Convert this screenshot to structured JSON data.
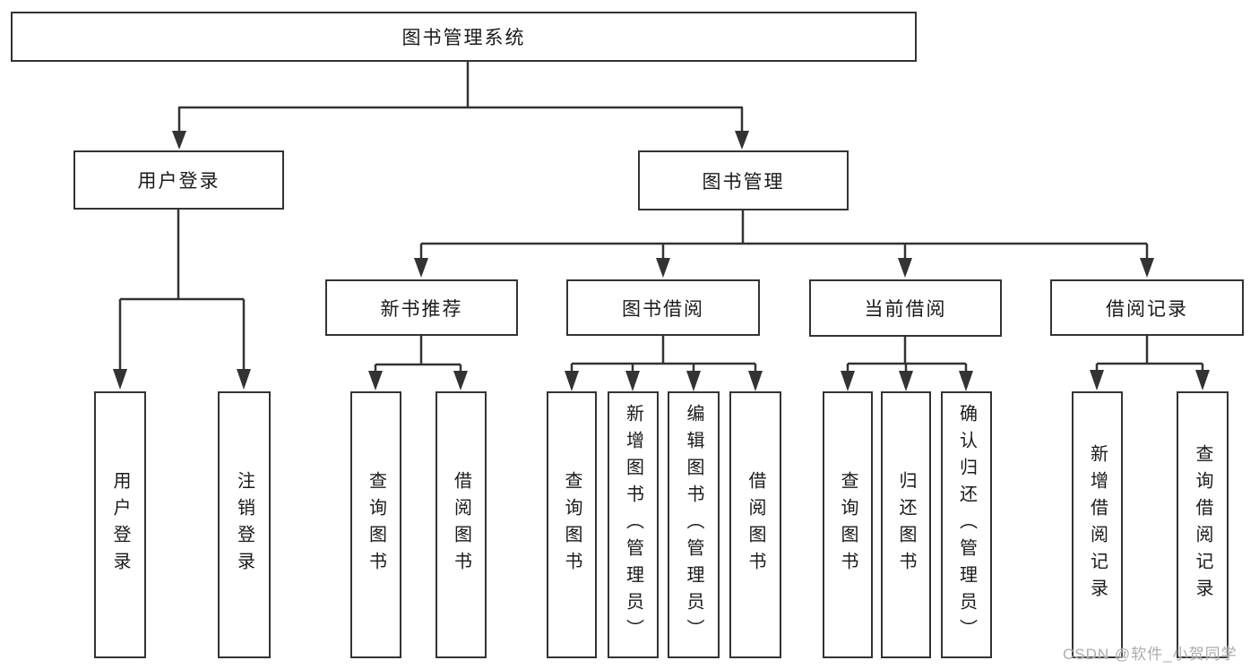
{
  "diagram_title": "图书管理系统",
  "tree": {
    "root": {
      "label": "图书管理系统"
    },
    "branches": [
      {
        "label": "用户登录",
        "children": [
          {
            "label": "用户登录"
          },
          {
            "label": "注销登录"
          }
        ]
      },
      {
        "label": "图书管理",
        "children": [
          {
            "label": "新书推荐",
            "children": [
              {
                "label": "查询图书"
              },
              {
                "label": "借阅图书"
              }
            ]
          },
          {
            "label": "图书借阅",
            "children": [
              {
                "label": "查询图书"
              },
              {
                "label": "新增图书（管理员）"
              },
              {
                "label": "编辑图书（管理员）"
              },
              {
                "label": "借阅图书"
              }
            ]
          },
          {
            "label": "当前借阅",
            "children": [
              {
                "label": "查询图书"
              },
              {
                "label": "归还图书"
              },
              {
                "label": "确认归还（管理员）"
              }
            ]
          },
          {
            "label": "借阅记录",
            "children": [
              {
                "label": "新增借阅记录"
              },
              {
                "label": "查询借阅记录"
              }
            ]
          }
        ]
      }
    ]
  },
  "watermark": {
    "text": "CSDN @软件_小贺同学"
  },
  "colors": {
    "line": "#333333",
    "box_border": "#333333",
    "box_fill": "#ffffff",
    "text": "#1a1a1a",
    "watermark": "#acacac",
    "background": "#ffffff"
  }
}
